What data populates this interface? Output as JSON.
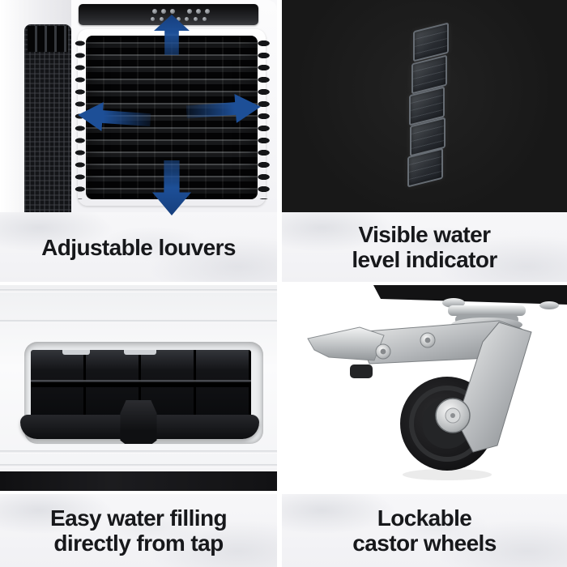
{
  "colors": {
    "arrow_blue": "#1d4f97",
    "arrow_blue_dark": "#163f7e",
    "indicator_bg": "#181818",
    "caption_text": "#17181b",
    "caption_bg": "#f4f4f6"
  },
  "features": [
    {
      "id": "adjustable-louvers",
      "lines": [
        "Adjustable louvers",
        ""
      ]
    },
    {
      "id": "visible-water-level-indicator",
      "lines": [
        "Visible water",
        "level indicator"
      ]
    },
    {
      "id": "easy-water-filling",
      "lines": [
        "Easy water filling",
        "directly from tap"
      ]
    },
    {
      "id": "lockable-castor-wheels",
      "lines": [
        "Lockable",
        "castor wheels"
      ]
    }
  ]
}
